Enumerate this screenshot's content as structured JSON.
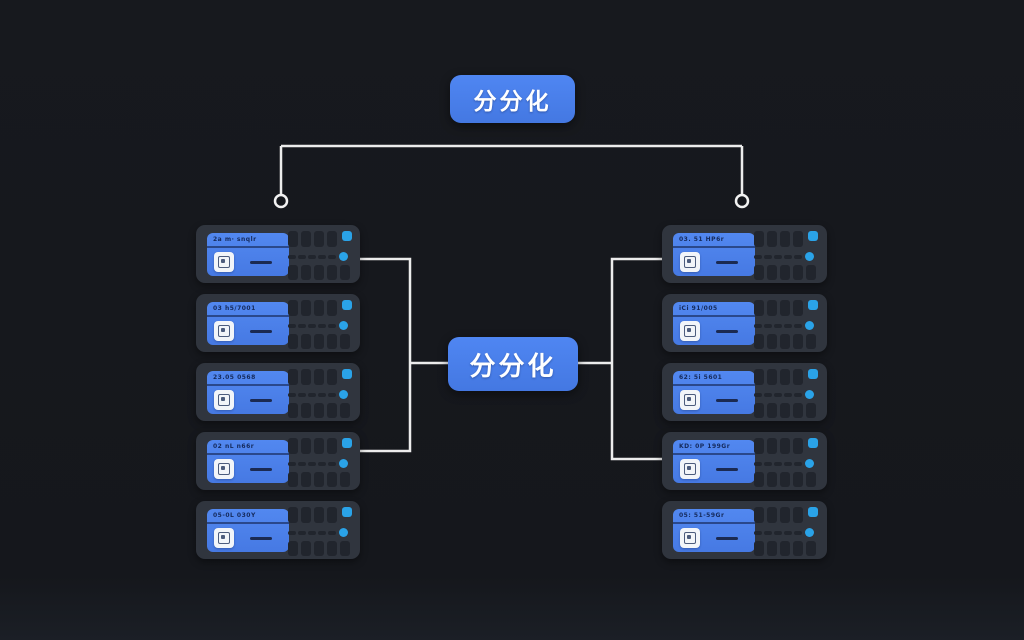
{
  "root_node": {
    "label": "分分化"
  },
  "hub_node": {
    "label": "分分化"
  },
  "left_nodes": [
    {
      "tag": "2a m· snqlr"
    },
    {
      "tag": "03 h5/7001"
    },
    {
      "tag": "23.05 0568"
    },
    {
      "tag": "02 nL n66r"
    },
    {
      "tag": "05-0L 030Y"
    }
  ],
  "right_nodes": [
    {
      "tag": "03. 51 HP6r"
    },
    {
      "tag": "iCi 91/005"
    },
    {
      "tag": "62: 5i 5601"
    },
    {
      "tag": "KD: 0P 199Gr"
    },
    {
      "tag": "05: 51-59Gr"
    }
  ],
  "colors": {
    "background": "#15171c",
    "node_blue": "#4a7de8",
    "chassis": "#30353e",
    "slot": "#21252d",
    "accent_blue": "#2aa3e8",
    "wire": "#ececec"
  }
}
